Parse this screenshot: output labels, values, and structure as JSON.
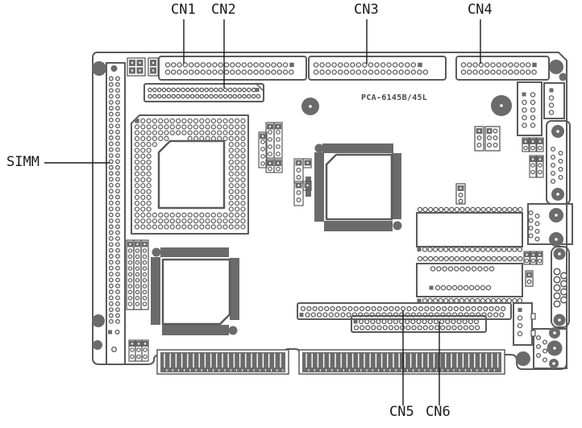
{
  "labels": {
    "cn1": "CN1",
    "cn2": "CN2",
    "cn3": "CN3",
    "cn4": "CN4",
    "cn5": "CN5",
    "cn6": "CN6",
    "simm": "SIMM"
  },
  "silkscreen": "PCA-6145B/45L",
  "colors": {
    "line": "#5a5a5a",
    "dark": "#6b6b6b",
    "background": "#ffffff",
    "label_text": "#1a1a1a",
    "silkscreen_text": "#4a4a4a"
  }
}
